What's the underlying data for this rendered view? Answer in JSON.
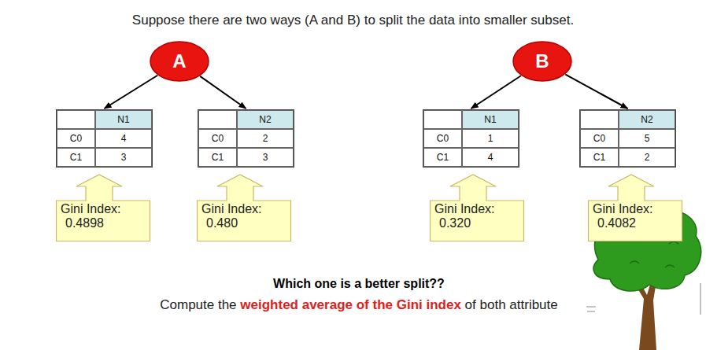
{
  "diagram": {
    "title": "Suppose there are two ways (A and B) to split the data into smaller subset.",
    "nodes": [
      {
        "text": [
          "A"
        ]
      },
      {
        "text": [
          "N1",
          "C0",
          "4",
          "C1",
          "3"
        ]
      },
      {
        "text": [
          "N2",
          "C0",
          "2",
          "C1",
          "3"
        ]
      },
      {
        "text": [
          "Gini Index:",
          "0.4898"
        ]
      },
      {
        "text": [
          "Gini Index:",
          "0.480"
        ]
      },
      {
        "text": [
          "B"
        ]
      },
      {
        "text": [
          "N1",
          "C0",
          "1",
          "C1",
          "4"
        ]
      },
      {
        "text": [
          "N2",
          "C0",
          "5",
          "C1",
          "2"
        ]
      },
      {
        "text": [
          "Gini Index:",
          "0.320"
        ]
      },
      {
        "text": [
          "Gini Index:",
          "0.4082"
        ]
      }
    ],
    "edges": [
      {
        "from": 0,
        "to": 1,
        "arrow": "to"
      },
      {
        "from": 0,
        "to": 2,
        "arrow": "to"
      },
      {
        "from": 5,
        "to": 6,
        "arrow": "to"
      },
      {
        "from": 5,
        "to": 7,
        "arrow": "to"
      }
    ],
    "labels": [
      "Which one is a better split??",
      "Compute the",
      "weighted average of the Gini index",
      "of both attribute"
    ]
  }
}
